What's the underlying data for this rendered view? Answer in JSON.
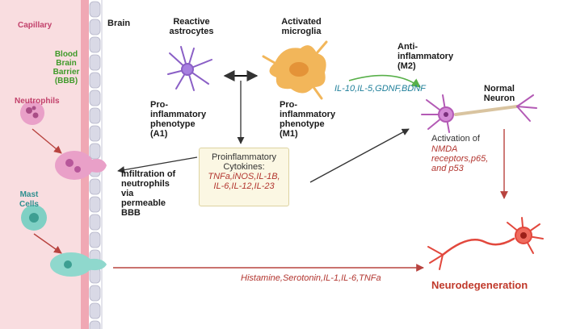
{
  "labels": {
    "capillary": "Capillary",
    "brain": "Brain",
    "bbb": [
      "Blood",
      "Brain",
      "Barrier",
      "(BBB)"
    ],
    "neutrophils": "Neutrophils",
    "mast_cells": [
      "Mast",
      "Cells"
    ],
    "reactive_astrocytes": [
      "Reactive",
      "astrocytes"
    ],
    "activated_microglia": [
      "Activated",
      "microglia"
    ],
    "a1": [
      "Pro-",
      "inflammatory",
      "phenotype",
      "(A1)"
    ],
    "m1": [
      "Pro-",
      "inflammatory",
      "phenotype",
      "(M1)"
    ],
    "m2": [
      "Anti-",
      "inflammatory",
      "(M2)"
    ],
    "m2_factors": "IL-10,IL-5,GDNF,BDNF",
    "normal_neuron": [
      "Normal",
      "Neuron"
    ],
    "cytokines_title": [
      "Proinflammatory",
      "Cytokines:"
    ],
    "cytokines_list": [
      "TNFa,iNOS,IL-1B,",
      "IL-6,IL-12,IL-23"
    ],
    "infiltration": [
      "Infiltration of",
      "neutrophils",
      "via",
      "permeable",
      "BBB"
    ],
    "activation_title": "Activation of",
    "activation_targets": [
      "NMDA",
      "receptors,p65,",
      "and p53"
    ],
    "mast_mediators": "Histamine,Serotonin,IL-1,IL-6,TNFa",
    "neurodegeneration": "Neurodegeneration"
  },
  "colors": {
    "capillary_bg": "#f9dde0",
    "barrier_cell": "#d9d9e6",
    "neutrophil": "#e9a0c8",
    "mast_cell": "#7fd0c4",
    "astrocyte": "#8a5fc6",
    "microglia": "#f2b65a",
    "normal_neuron": "#b35ab5",
    "degenerating_neuron": "#e2483d",
    "arrow_dark": "#333333",
    "arrow_red": "#b8433f",
    "arrow_green": "#58b04a"
  }
}
